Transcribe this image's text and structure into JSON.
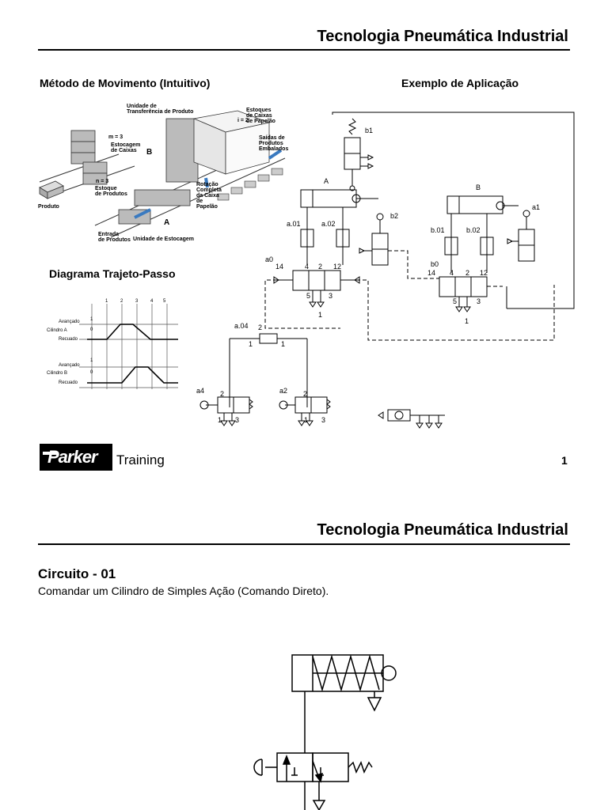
{
  "page1": {
    "header_title": "Tecnologia Pneumática Industrial",
    "method_title": "Método de Movimento (Intuitivo)",
    "application_title": "Exemplo de Aplicação",
    "illustration_labels": {
      "transfer_unit": "Unidade de\nTransferência de Produto",
      "paper_boxes_stock": "Estoques\nde Caixas\nde Papelão",
      "i2": "i = 2",
      "m3": "m = 3",
      "box_stock": "Estocagem\nde Caixas",
      "b": "B",
      "exit": "Saídas de\nProdutos\nEmbalados",
      "n3": "n = 3",
      "product_stock": "Estoque\nde Produtos",
      "product": "Produto",
      "rotation": "Rotação\nCompleta\nda Caixa\nde\nPapelão",
      "a": "A",
      "entry": "Entrada\nde Produtos",
      "storage_unit": "Unidade de Estocagem"
    },
    "diagram_title": "Diagrama Trajeto-Passo",
    "step_diagram": {
      "steps": [
        "1",
        "2",
        "3",
        "4",
        "5"
      ],
      "cyl_a": "Cilindro A",
      "cyl_b": "Cilindro B",
      "advanced": "Avançado",
      "retracted": "Recuado",
      "one": "1",
      "zero": "0"
    },
    "circuit_labels": {
      "b1": "b1",
      "A": "A",
      "B": "B",
      "b2": "b2",
      "a1": "a1",
      "a01": "a.01",
      "a02": "a.02",
      "b01": "b.01",
      "b02": "b.02",
      "a0": "a0",
      "b0": "b0",
      "p14": "14",
      "p4": "4",
      "p2": "2",
      "p12": "12",
      "p5": "5",
      "p3": "3",
      "p1": "1",
      "a04": "a.04",
      "a4": "a4",
      "a2": "a2"
    },
    "brand": {
      "logo": "Parker",
      "training": "Training"
    },
    "page_number": "1"
  },
  "page2": {
    "header_title": "Tecnologia Pneumática Industrial",
    "circuit_title": "Circuito - 01",
    "circuit_desc": "Comandar um Cilindro de Simples Ação (Comando Direto)."
  }
}
